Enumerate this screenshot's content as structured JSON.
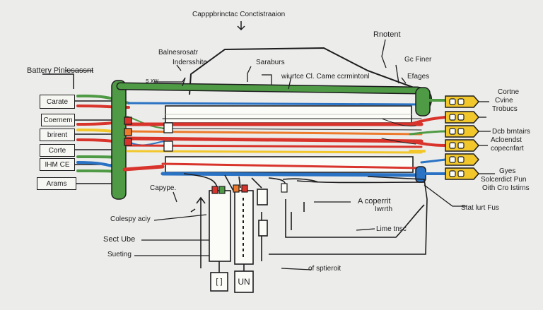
{
  "colors": {
    "background": "#ececea",
    "ink": "#1d1d1f",
    "wire_green": "#4f9a45",
    "wire_red": "#d8342c",
    "wire_orange": "#ec7a2a",
    "wire_yellow": "#f2c72b",
    "wire_blue": "#2a73c4",
    "wire_white": "#fbfbf7"
  },
  "labels": {
    "title": "Caрppbrinctac Cоnctistraaion",
    "battery": "Battery Pinlesassnt",
    "balnesrosatr": "Balnesrosatr",
    "indersshite": "Indersshite",
    "sxrw": "s xw",
    "saraburs": "Saraburs",
    "wiurtce": "wiurtce Cl. Came ccrmintonl",
    "rnotent": "Rnotent",
    "gefiner": "Gc Finer",
    "efages": "Efages",
    "cortne": "Cortne",
    "cvine": "Cvine",
    "trobucs": "Trobucs",
    "dcbrntairs": "Dcb brntairs",
    "acloendsl": "Acloendst",
    "copecntart": "copecnfart",
    "gyes": "Gyes",
    "solcerdt": "Solcerdict Pun",
    "oithcro": "Oith Cro Istirns",
    "statlunt": "Stat lurt Fus",
    "capype": "Capype.",
    "acoperrit": "A coperrit",
    "iwrnth": "Iwrrth",
    "lime": "Lime tnsc",
    "colespy": "Colespy aciy",
    "sectube": "Sect Ube",
    "sueting": "Sueting",
    "ofspiteroit": "of sptieroit"
  },
  "boxes": [
    "Carate",
    "Coernem",
    "brirent",
    "Corte",
    "IHM CE",
    "Arams"
  ],
  "tube_marks": [
    "[ ]",
    "UN"
  ],
  "fuse_count": 6
}
